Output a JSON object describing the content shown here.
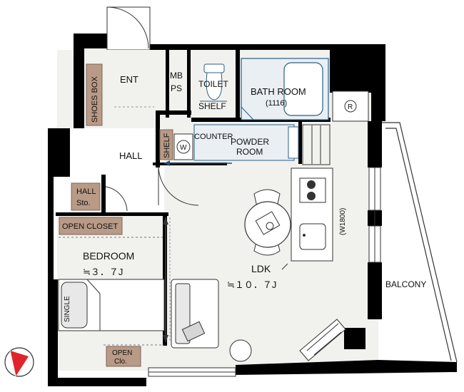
{
  "rooms": {
    "ent": "ENT",
    "mb": "MB",
    "ps": "PS",
    "toilet": "TOILET",
    "bath_room": "BATH ROOM",
    "bath_size": "(1116)",
    "shelf_toilet": "SHELF",
    "counter": "COUNTER",
    "powder_room_line1": "POWDER",
    "powder_room_line2": "ROOM",
    "hall": "HALL",
    "bedroom": "BEDROOM",
    "bedroom_area": "≒３．７J",
    "ldk": "LDK",
    "ldk_area": "≒１０．７J",
    "balcony": "BALCONY",
    "kitchen_width": "(W1800)",
    "single_bed": "SINGLE"
  },
  "storage_tags": {
    "shoes_box": "SHOES BOX",
    "shelf_side": "SHELF",
    "hall_sto_line1": "HALL",
    "hall_sto_line2": "Sto.",
    "open_closet": "OPEN CLOSET",
    "open_clo_line1": "OPEN",
    "open_clo_line2": "Clo."
  },
  "symbols": {
    "refrigerator": "R",
    "washer": "W"
  },
  "colors": {
    "wall": "#000000",
    "floor": "#f1f1ee",
    "storage_tag": "#b89a86",
    "wet_area_fill": "#e9eff3",
    "wet_area_stroke": "#2b5f86",
    "compass": "#e0242b"
  }
}
